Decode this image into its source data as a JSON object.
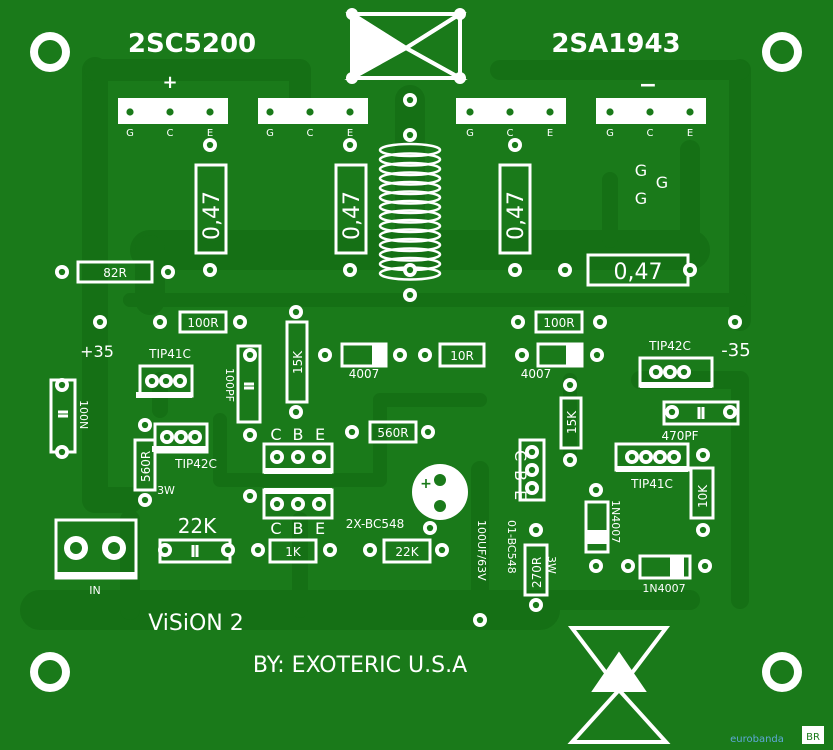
{
  "transistors": {
    "npn": "2SC5200",
    "pnp": "2SA1943"
  },
  "polarity": {
    "plus": "+",
    "minus": "−"
  },
  "pin_letters": {
    "g": "G",
    "c": "C",
    "e": "E"
  },
  "resistors": {
    "r047_1": "0,47",
    "r047_2": "0,47",
    "r047_3": "0,47",
    "r047_4": "0,47",
    "r82": "82R",
    "r100_l": "100R",
    "r100_r": "100R",
    "r10": "10R",
    "r15k_l": "15K",
    "r15k_r": "15K",
    "r560_v": "560R",
    "r560_h": "560R",
    "r1k": "1K",
    "r22k": "22K",
    "r270": "270R",
    "r10k": "10K"
  },
  "diodes": {
    "d4007_l": "4007",
    "d4007_r": "4007",
    "d1n_v": "1N4007",
    "d1n_h": "1N4007"
  },
  "capacitors": {
    "c100pf": "100PF",
    "c470pf": "470PF",
    "c100n": "100N",
    "c22k": "22K",
    "c100uf": "100UF/63V",
    "cap_plus": "+"
  },
  "drivers": {
    "tip41c_l": "TIP41C",
    "tip42c_r": "TIP42C",
    "tip42c_l": "TIP42C",
    "tip41c_r": "TIP41C"
  },
  "rails": {
    "pos": "+35",
    "neg": "-35"
  },
  "cbe": {
    "c": "C",
    "b": "B",
    "e": "E"
  },
  "bc548_pair": "2X-BC548",
  "bc548_single": "01-BC548",
  "watt_3w_l": "3W",
  "watt_3w_r": "3W",
  "ggg": {
    "g1": "G",
    "g2": "G",
    "g3": "G"
  },
  "input": "IN",
  "board_name": "ViSiON 2",
  "author": "BY: EXOTERIC U.S.A",
  "watermark": {
    "main": "eurobanda",
    "suffix": "BR"
  }
}
